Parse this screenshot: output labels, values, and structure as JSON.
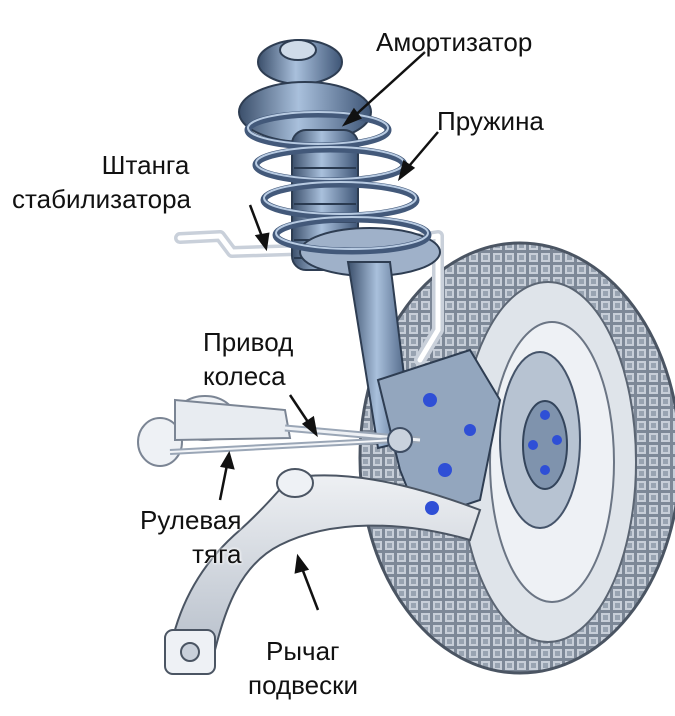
{
  "labels": {
    "shock_absorber": "Амортизатор",
    "spring": "Пружина",
    "stabilizer_bar": [
      "Штанга",
      "стабилизатора"
    ],
    "wheel_drive": [
      "Привод",
      "колеса"
    ],
    "tie_rod": [
      "Рулевая",
      "тяга"
    ],
    "control_arm": [
      "Рычаг",
      "подвески"
    ]
  },
  "colors": {
    "steel": "#6f8fb3",
    "steel_dark": "#3b4f6b",
    "tire": "#8a96a5",
    "accent_blue": "#2f4fd6",
    "label_text": "#111111"
  }
}
